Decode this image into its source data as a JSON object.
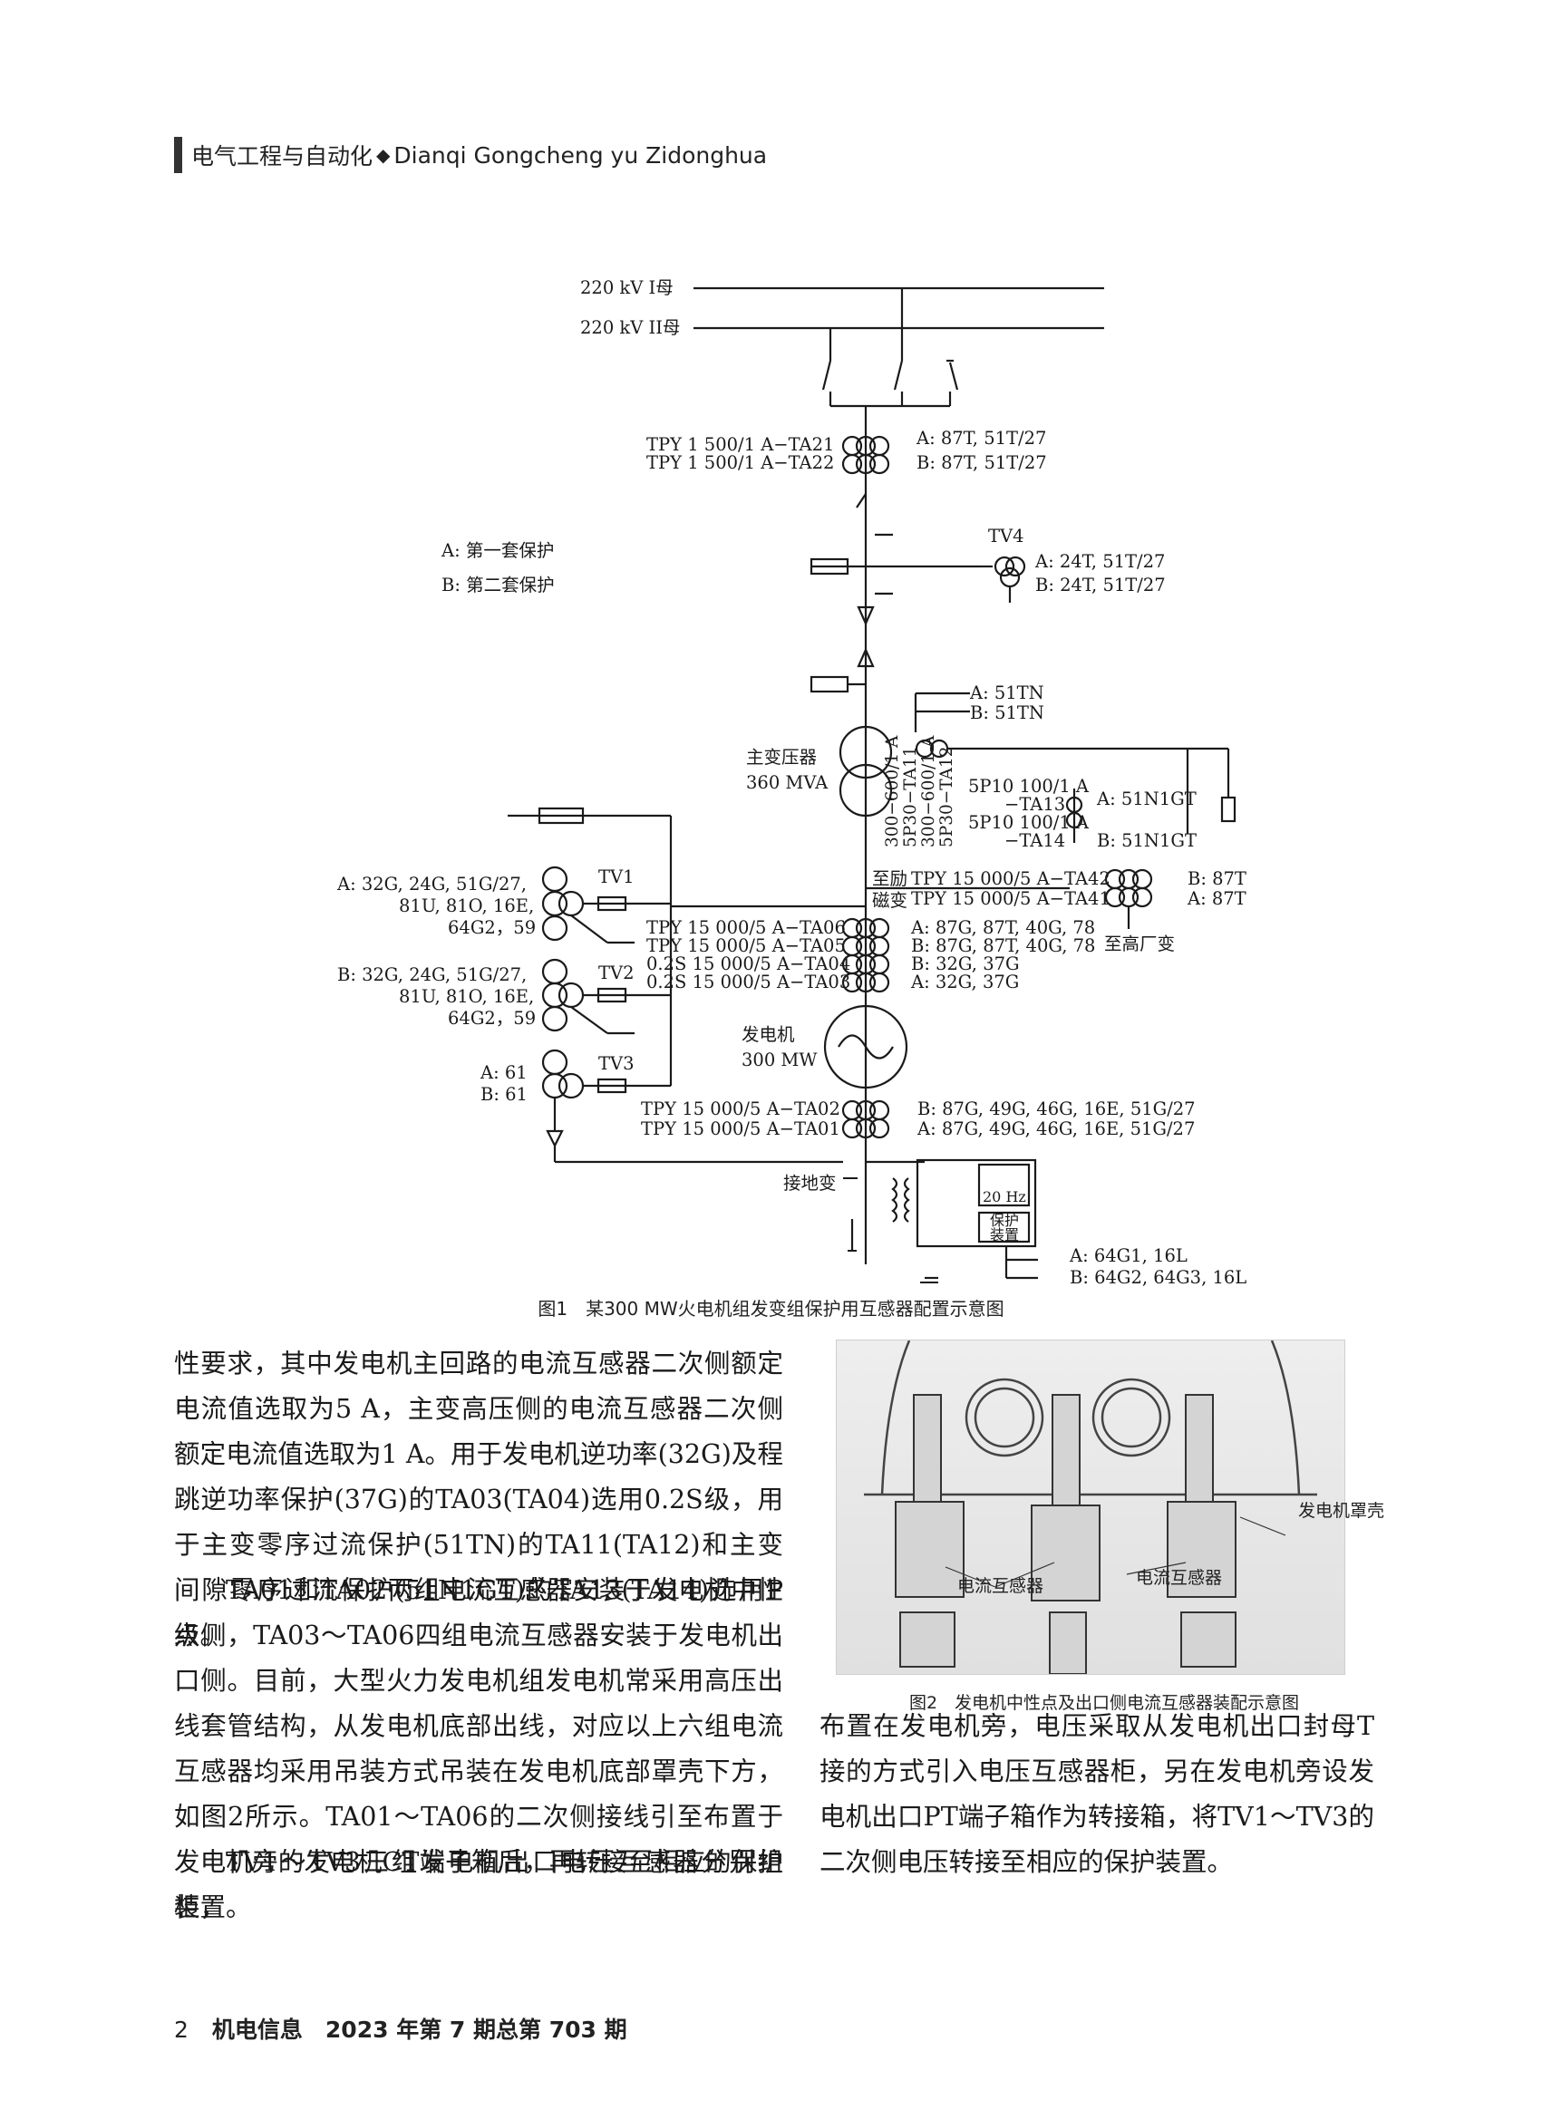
{
  "header": {
    "journal_cn": "电气工程与自动化",
    "journal_pinyin": "Dianqi Gongcheng yu Zidonghua"
  },
  "figure1": {
    "caption": "图1　某300 MW火电机组发变组保护用互感器配置示意图",
    "labels": {
      "bus1": "220 kV I母",
      "bus2": "220 kV II母",
      "ta21": "TPY 1 500/1 A−TA21",
      "ta22": "TPY 1 500/1 A−TA22",
      "ta21_prot": "A: 87T, 51T/27",
      "ta22_prot": "B: 87T, 51T/27",
      "legend_a": "A: 第一套保护",
      "legend_b": "B: 第二套保护",
      "tv4": "TV4",
      "tv4_a": "A: 24T, 51T/27",
      "tv4_b": "B: 24T, 51T/27",
      "tn_a": "A: 51TN",
      "tn_b": "B: 51TN",
      "main_tx": "主变压器",
      "main_tx_rating": "360 MVA",
      "ta11_v": "300−600/1 A",
      "ta11_cls": "5P30−TA11",
      "ta12_v": "300−600/1 A",
      "ta12_cls": "5P30−TA12",
      "ta13": "5P10 100/1 A",
      "ta13_id": "−TA13",
      "ta14": "5P10 100/1 A",
      "ta14_id": "−TA14",
      "gt_a": "A: 51N1GT",
      "gt_b": "B: 51N1GT",
      "exc_1": "至励",
      "exc_2": "磁变",
      "ta42": "TPY 15 000/5 A−TA42",
      "ta41": "TPY 15 000/5 A−TA41",
      "ta42_prot": "B: 87T",
      "ta41_prot": "A: 87T",
      "to_aux": "至高厂变",
      "tv1": "TV1",
      "tv2": "TV2",
      "tv3": "TV3",
      "tv1_a_1": "A: 32G, 24G, 51G/27,",
      "tv1_a_2": "81U, 81O, 16E,",
      "tv1_a_3": "64G2，59",
      "tv2_b_1": "B: 32G, 24G, 51G/27,",
      "tv2_b_2": "81U, 81O, 16E,",
      "tv2_b_3": "64G2，59",
      "tv3_a": "A: 61",
      "tv3_b": "B: 61",
      "ta06": "TPY 15 000/5 A−TA06",
      "ta05": "TPY 15 000/5 A−TA05",
      "ta04": "0.2S 15 000/5 A−TA04",
      "ta03": "0.2S 15 000/5 A−TA03",
      "ta06_prot": "A: 87G, 87T, 40G, 78",
      "ta05_prot": "B: 87G, 87T, 40G, 78",
      "ta04_prot": "B: 32G, 37G",
      "ta03_prot": "A: 32G, 37G",
      "gen": "发电机",
      "gen_rating": "300 MW",
      "ta02": "TPY 15 000/5 A−TA02",
      "ta01": "TPY 15 000/5 A−TA01",
      "ta02_prot": "B: 87G, 49G, 46G, 16E, 51G/27",
      "ta01_prot": "A: 87G, 49G, 46G, 16E, 51G/27",
      "gnd_tx": "接地变",
      "hz": "20 Hz",
      "prot_dev_1": "保护",
      "prot_dev_2": "装置",
      "gnd_a": "A: 64G1, 16L",
      "gnd_b": "B: 64G2, 64G3, 16L"
    }
  },
  "figure2": {
    "caption": "图2　发电机中性点及出口侧电流互感器装配示意图",
    "label_shell": "发电机罩壳",
    "label_ct1": "电流互感器",
    "label_ct2": "电流互感器"
  },
  "body": {
    "left_p1": "性要求，其中发电机主回路的电流互感器二次侧额定电流值选取为5 A，主变高压侧的电流互感器二次侧额定电流值选取为1 A。用于发电机逆功率(32G)及程跳逆功率保护(37G)的TA03(TA04)选用0.2S级，用于主变零序过流保护(51TN)的TA11(TA12)和主变间隙零序过流保护(51N1GT)的TA13(TA14)选用P级。",
    "left_p2": "TA01和TA02两组电流互感器安装于发电机中性点侧，TA03～TA06四组电流互感器安装于发电机出口侧。目前，大型火力发电机组发电机常采用高压出线套管结构，从发电机底部出线，对应以上六组电流互感器均采用吊装方式吊装在发电机底部罩壳下方，如图2所示。TA01～TA06的二次侧接线引至布置于发电机旁的发电机CT端子箱后，再转接至相应的保护装置。",
    "left_p3": "TV1～TV3三组发电机出口电压互感器分别组柜，",
    "right_p1": "布置在发电机旁，电压采取从发电机出口封母T接的方式引入电压互感器柜，另在发电机旁设发电机出口PT端子箱作为转接箱，将TV1～TV3的二次侧电压转接至相应的保护装置。"
  },
  "footer": {
    "page": "2",
    "journal": "机电信息　2023 年第 7 期总第 703 期"
  }
}
